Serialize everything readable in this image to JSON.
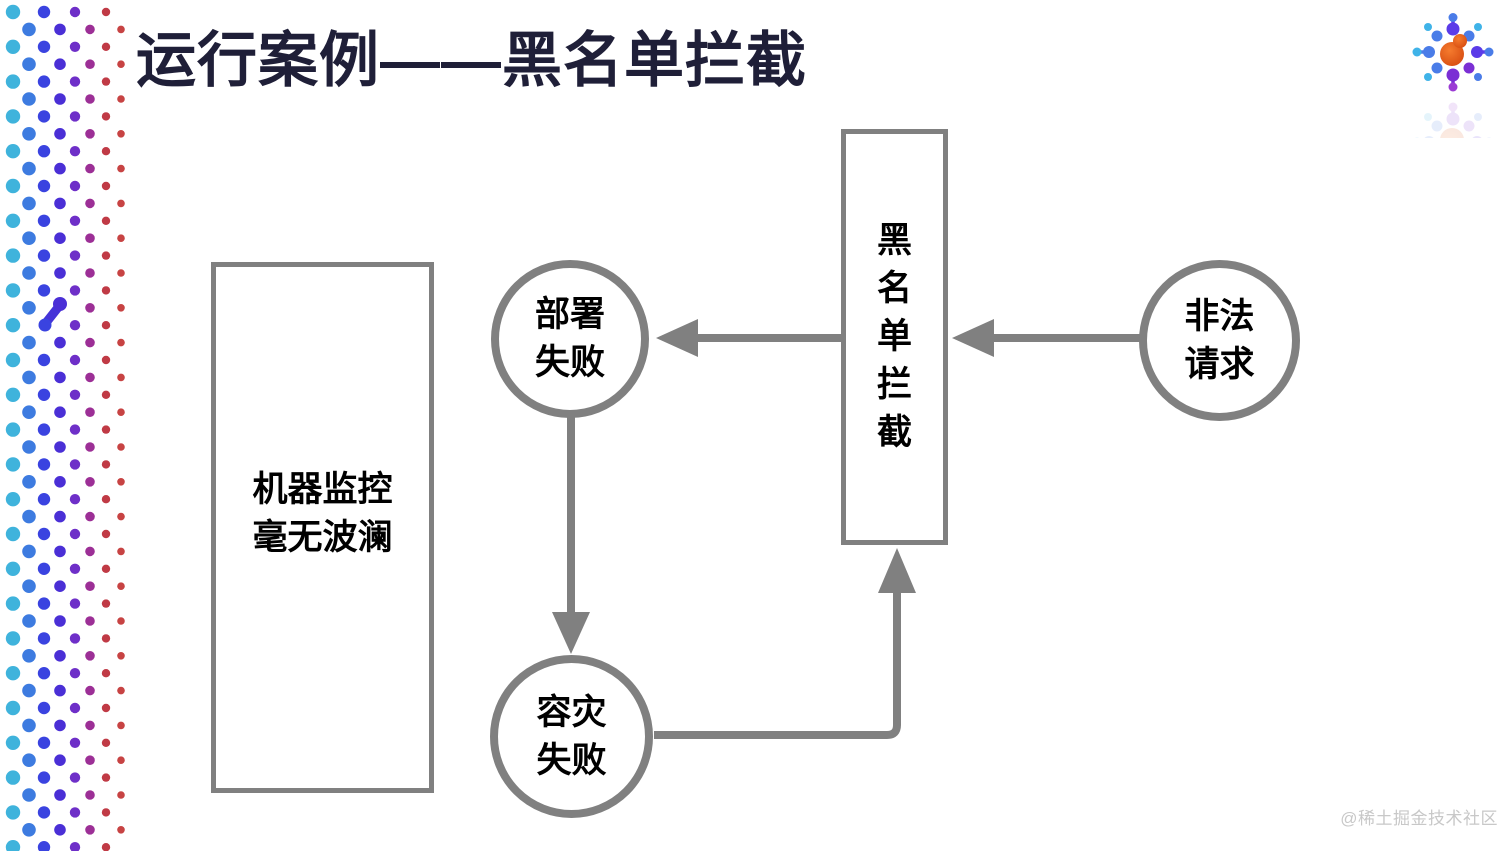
{
  "slide": {
    "title": "运行案例——黑名单拦截",
    "watermark": "@稀土掘金技术社区"
  },
  "colors": {
    "title": "#1F1F38",
    "shape_stroke": "#808080",
    "node_text": "#000000",
    "watermark": "#C8C8C8"
  },
  "decor": {
    "dot_columns": [
      "#3FB3DC",
      "#3D7BE0",
      "#3A43E0",
      "#4A2FD6",
      "#6E2FC8",
      "#9C2F96",
      "#C03A45",
      "#C74343"
    ],
    "slash_color": "#4533D8"
  },
  "logo": {
    "name": "colorful-burst-logo",
    "palette": {
      "orange_light": "#F57B2E",
      "orange_dark": "#D4480E",
      "blue": "#4A7CE8",
      "cyan": "#3FB3E8",
      "violet": "#5B3BE8",
      "purple": "#7B2FD4",
      "magenta": "#9B3BD4"
    }
  },
  "diagram": {
    "nodes": {
      "machine_monitor": {
        "shape": "rectangle",
        "lines": [
          "机器监控",
          "毫无波澜"
        ]
      },
      "deploy_fail": {
        "shape": "circle",
        "lines": [
          "部署",
          "失败"
        ]
      },
      "blacklist_intercept": {
        "shape": "tall-rectangle",
        "chars": [
          "黑",
          "名",
          "单",
          "拦",
          "截"
        ]
      },
      "illegal_request": {
        "shape": "circle",
        "lines": [
          "非法",
          "请求"
        ]
      },
      "disaster_fail": {
        "shape": "circle",
        "lines": [
          "容灾",
          "失败"
        ]
      }
    },
    "edges": [
      {
        "from": "illegal_request",
        "to": "blacklist_intercept",
        "direction": "left"
      },
      {
        "from": "blacklist_intercept",
        "to": "deploy_fail",
        "direction": "left"
      },
      {
        "from": "deploy_fail",
        "to": "disaster_fail",
        "direction": "down"
      },
      {
        "from": "disaster_fail",
        "to": "blacklist_intercept",
        "direction": "right-then-up"
      }
    ]
  }
}
